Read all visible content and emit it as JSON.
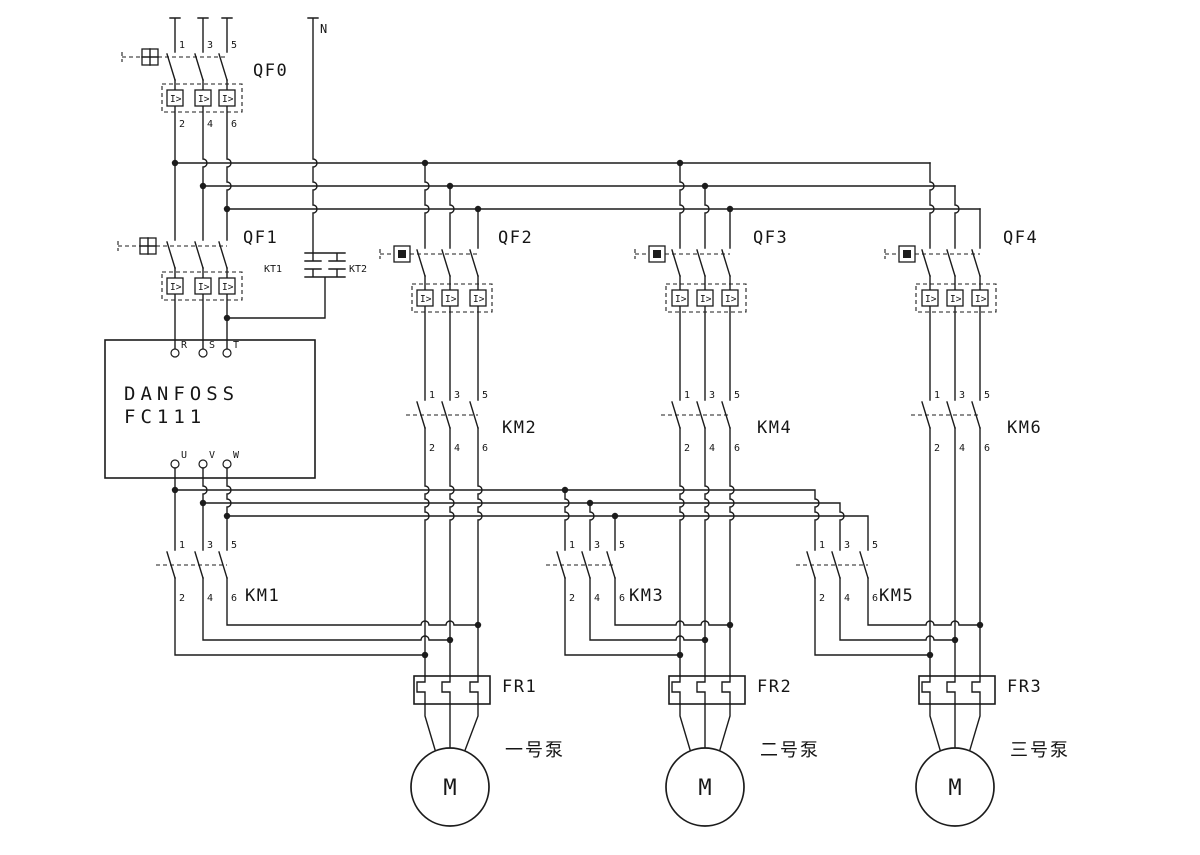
{
  "colors": {
    "background": "#ffffff",
    "line": "#1c1c1c"
  },
  "labels": {
    "neutral": "N",
    "qf0": "QF0",
    "qf1": "QF1",
    "qf2": "QF2",
    "qf3": "QF3",
    "qf4": "QF4",
    "kt1": "KT1",
    "kt2": "KT2",
    "km1": "KM1",
    "km2": "KM2",
    "km3": "KM3",
    "km4": "KM4",
    "km5": "KM5",
    "km6": "KM6",
    "fr1": "FR1",
    "fr2": "FR2",
    "fr3": "FR3",
    "vfd_line1": "DANFOSS",
    "vfd_line2": "FC111",
    "overcurrent": "I>",
    "motor": "M",
    "pump1": "一号泵",
    "pump2": "二号泵",
    "pump3": "三号泵",
    "terminals": {
      "r": "R",
      "s": "S",
      "t": "T",
      "u": "U",
      "v": "V",
      "w": "W"
    },
    "poles": {
      "p1": "1",
      "p2": "2",
      "p3": "3",
      "p4": "4",
      "p5": "5",
      "p6": "6"
    }
  }
}
